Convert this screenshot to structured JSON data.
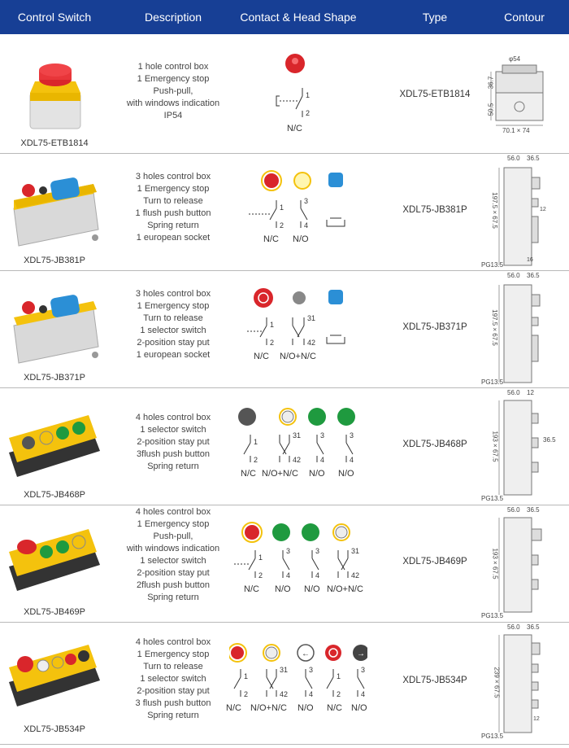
{
  "header": {
    "col1": "Control Switch",
    "col2": "Description",
    "col3": "Contact & Head Shape",
    "col4": "Type",
    "col5": "Contour"
  },
  "rows": [
    {
      "model": "XDL75-ETB1814",
      "desc": [
        "1 hole control box",
        "1 Emergency stop",
        "Push-pull,",
        "with windows indication",
        "IP54"
      ],
      "contacts": [
        "N/C"
      ],
      "type": "XDL75-ETB1814",
      "dims": [
        "φ54",
        "36.7",
        "50.5",
        "70.1 × 74"
      ]
    },
    {
      "model": "XDL75-JB381P",
      "desc": [
        "3 holes control box",
        "1 Emergency stop",
        "Turn to release",
        "1 flush push button",
        "Spring return",
        "1 european socket"
      ],
      "contacts": [
        "N/C",
        "N/O"
      ],
      "type": "XDL75-JB381P",
      "dims": [
        "56.0",
        "36.5",
        "197.5 × 67.5",
        "12",
        "16",
        "PG13.5"
      ]
    },
    {
      "model": "XDL75-JB371P",
      "desc": [
        "3 holes control box",
        "1 Emergency stop",
        "Turn to release",
        "1 selector switch",
        "2-position stay put",
        "1 european socket"
      ],
      "contacts": [
        "N/C",
        "N/O+N/C"
      ],
      "type": "XDL75-JB371P",
      "dims": [
        "56.0",
        "36.5",
        "197.5 × 67.5",
        "PG13.5"
      ]
    },
    {
      "model": "XDL75-JB468P",
      "desc": [
        "4 holes control box",
        "1 selector switch",
        "2-position stay put",
        "3flush push button",
        "Spring return"
      ],
      "contacts": [
        "N/C",
        "N/O+N/C",
        "N/O",
        "N/O"
      ],
      "type": "XDL75-JB468P",
      "dims": [
        "56.0",
        "12",
        "193 × 67.5",
        "36.5",
        "PG13.5"
      ]
    },
    {
      "model": "XDL75-JB469P",
      "desc": [
        "4 holes control box",
        "1 Emergency stop",
        "Push-pull,",
        "with windows indication",
        "1 selector switch",
        "2-position stay put",
        "2flush push button",
        "Spring return"
      ],
      "contacts": [
        "N/C",
        "N/O",
        "N/O",
        "N/O+N/C"
      ],
      "type": "XDL75-JB469P",
      "dims": [
        "56.0",
        "36.5",
        "193 × 67.5",
        "PG13.5"
      ]
    },
    {
      "model": "XDL75-JB534P",
      "desc": [
        "4 holes control box",
        "1 Emergency stop",
        "Turn to release",
        "1 selector switch",
        "2-position stay put",
        "3 flush push button",
        "Spring return"
      ],
      "contacts": [
        "N/C",
        "N/O+N/C",
        "N/O",
        "N/C",
        "N/O"
      ],
      "type": "XDL75-JB534P",
      "dims": [
        "56.0",
        "36.5",
        "239 × 67.5",
        "12",
        "PG13.5"
      ]
    }
  ],
  "colors": {
    "header_bg": "#173f95",
    "housing_yellow": "#f4c20d",
    "housing_grey": "#d9d9d9",
    "estop_red": "#d9262b",
    "lamp_green": "#1f9a3f",
    "socket_blue": "#2b8fd6",
    "dark_grey": "#555555"
  },
  "icons": [
    "estop-head-icon",
    "lamp-head-icon",
    "socket-icon",
    "selector-head-icon",
    "contact-symbol-icon",
    "arrow-button-icon"
  ]
}
